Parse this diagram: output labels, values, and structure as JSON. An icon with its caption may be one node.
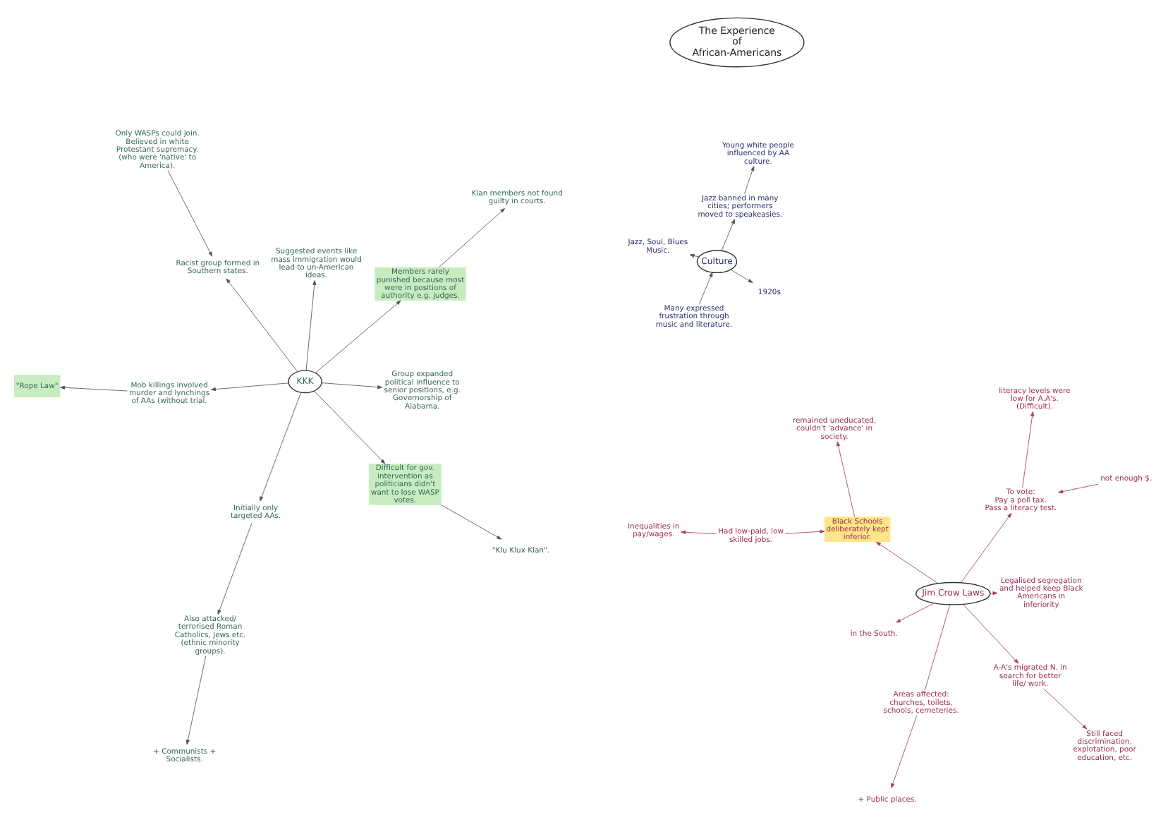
{
  "diagram": {
    "nodes": [
      {
        "text": [
          "Jim Crow Laws"
        ]
      },
      {
        "text": [
          "Legalised segregation and helped keep Black Americans in inferiority"
        ]
      },
      {
        "text": [
          "in the South."
        ]
      },
      {
        "text": [
          "Black Schools deliberately kept inferior."
        ]
      },
      {
        "text": [
          "remained uneducated, couldn't 'advance' in society."
        ]
      },
      {
        "text": [
          "Had low-paid, low skilled jobs."
        ]
      },
      {
        "text": [
          "Inequalities in pay/wages."
        ]
      },
      {
        "text": [
          "A-A's migrated N. in search for better life/ work."
        ]
      },
      {
        "text": [
          "Still faced discrimination, explotation, poor education, etc."
        ]
      },
      {
        "text": [
          "Areas affected:",
          "churches, toilets, schools, cemeteries."
        ]
      },
      {
        "text": [
          "+ Public places."
        ]
      },
      {
        "text": [
          "To vote:",
          "Pay a poll tax.",
          "Pass a literacy test."
        ]
      },
      {
        "text": [
          "not enough $."
        ]
      },
      {
        "text": [
          "literacy levels were low for A.A's. (Difficult)."
        ]
      },
      {
        "text": [
          "Culture"
        ]
      },
      {
        "text": [
          "1920s"
        ]
      },
      {
        "text": [
          "Many expressed frustration through music and literature."
        ]
      },
      {
        "text": [
          "Jazz, Soul, Blues Music."
        ]
      },
      {
        "text": [
          "Jazz banned in many cities; performers moved to speakeasies."
        ]
      },
      {
        "text": [
          "Young white people influenced by AA culture."
        ]
      },
      {
        "text": [
          "The Experience of African-Americans"
        ]
      },
      {
        "text": [
          "KKK"
        ]
      },
      {
        "text": [
          "Group expanded political influence to senior positions, e.g. Governorship of Alabama."
        ]
      },
      {
        "text": [
          "Racist group formed in Southern states."
        ]
      },
      {
        "text": [
          "Only WASPs could join. Believed in white Protestant supremacy. (who were 'native' to America)."
        ]
      },
      {
        "text": [
          "Suggested events like mass immigration would lead to un-American ideas."
        ]
      },
      {
        "text": [
          "Initially only targeted AAs."
        ]
      },
      {
        "text": [
          "Also attacked/ terrorised Roman Catholics, Jews etc. (ethnic minority groups)."
        ]
      },
      {
        "text": [
          "+ Communists + Socialists."
        ]
      },
      {
        "text": [
          "Difficult for gov. intervention as politicians didn't want to lose WASP votes."
        ]
      },
      {
        "text": [
          "\"Klu Klux Klan\"."
        ]
      },
      {
        "text": [
          "Mob killings involved murder and lynchings of AAs (without trial."
        ]
      },
      {
        "text": [
          "\"Rope Law\""
        ]
      },
      {
        "text": [
          "Members rarely punished because most were in positions of authority e.g. judges."
        ]
      },
      {
        "text": [
          "Klan members not found guilty in courts."
        ]
      }
    ],
    "edges": [
      {
        "from": 0,
        "to": 1,
        "arrow": "to",
        "color": "#a8405e"
      },
      {
        "from": 0,
        "to": 2,
        "arrow": "to",
        "color": "#a8405e"
      },
      {
        "from": 0,
        "to": 3,
        "arrow": "to",
        "color": "#a8405e"
      },
      {
        "from": 3,
        "to": 4,
        "arrow": "to",
        "color": "#a8405e"
      },
      {
        "from": 5,
        "to": 3,
        "arrow": "to",
        "color": "#a8405e"
      },
      {
        "from": 5,
        "to": 6,
        "arrow": "to",
        "color": "#a8405e"
      },
      {
        "from": 0,
        "to": 7,
        "arrow": "to",
        "color": "#a8405e"
      },
      {
        "from": 7,
        "to": 8,
        "arrow": "to",
        "color": "#a8405e"
      },
      {
        "from": 0,
        "to": 9,
        "arrow": "none",
        "color": "#a8405e"
      },
      {
        "from": 9,
        "to": 10,
        "arrow": "to",
        "color": "#a8405e"
      },
      {
        "from": 0,
        "to": 11,
        "arrow": "to",
        "color": "#a8405e"
      },
      {
        "from": 12,
        "to": 11,
        "arrow": "to",
        "color": "#a8405e"
      },
      {
        "from": 11,
        "to": 13,
        "arrow": "to",
        "color": "#a8405e"
      },
      {
        "from": 14,
        "to": 15,
        "arrow": "to"
      },
      {
        "from": 16,
        "to": 14,
        "arrow": "to"
      },
      {
        "from": 14,
        "to": 17,
        "arrow": "to"
      },
      {
        "from": 14,
        "to": 18,
        "arrow": "to"
      },
      {
        "from": 18,
        "to": 19,
        "arrow": "to"
      },
      {
        "from": 21,
        "to": 22,
        "arrow": "to"
      },
      {
        "from": 21,
        "to": 23,
        "arrow": "to"
      },
      {
        "from": 24,
        "to": 23,
        "arrow": "to"
      },
      {
        "from": 21,
        "to": 25,
        "arrow": "to"
      },
      {
        "from": 21,
        "to": 26,
        "arrow": "to"
      },
      {
        "from": 26,
        "to": 27,
        "arrow": "to"
      },
      {
        "from": 27,
        "to": 28,
        "arrow": "to"
      },
      {
        "from": 21,
        "to": 29,
        "arrow": "to"
      },
      {
        "from": 29,
        "to": 30,
        "arrow": "to"
      },
      {
        "from": 21,
        "to": 31,
        "arrow": "to"
      },
      {
        "from": 31,
        "to": 32,
        "arrow": "to"
      },
      {
        "from": 21,
        "to": 33,
        "arrow": "to"
      },
      {
        "from": 33,
        "to": 34,
        "arrow": "to"
      }
    ]
  }
}
